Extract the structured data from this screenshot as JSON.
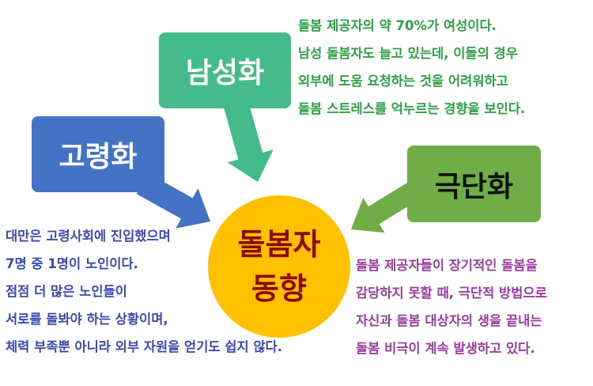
{
  "colors": {
    "aging": "#4472C4",
    "male": "#45BA8A",
    "extreme": "#70AD47",
    "center": "#FFC000",
    "center_text": "#8B0A0A",
    "male_text": "#2DA245",
    "aging_text": "#3B4BB0",
    "extreme_text": "#9A3D9E"
  },
  "center": {
    "line1": "돌봄자",
    "line2": "동향"
  },
  "boxes": {
    "aging": "고령화",
    "male": "남성화",
    "extreme": "극단화"
  },
  "male_text": [
    "돌봄 제공자의 약 70%가 여성이다.",
    "남성 돌봄자도 늘고 있는데, 이들의 경우",
    "외부에 도움 요청하는 것을 어려워하고",
    "돌봄 스트레스를 억누르는 경향을 보인다."
  ],
  "aging_text": [
    "대만은 고령사회에 진입했으며",
    "7명 중 1명이 노인이다.",
    "점점 더 많은 노인들이",
    "서로를 돌봐야 하는 상황이며,",
    "체력 부족뿐 아니라 외부 자원을 얻기도 쉽지 않다."
  ],
  "extreme_text": [
    "돌봄 제공자들이 장기적인 돌봄을",
    "감당하지 못할 때, 극단적 방법으로",
    "자신과 돌봄 대상자의 생을 끝내는",
    "돌봄 비극이 계속 발생하고 있다."
  ]
}
